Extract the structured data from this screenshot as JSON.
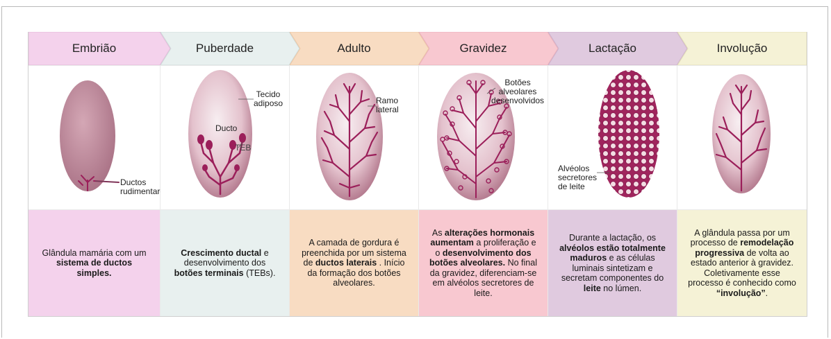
{
  "stages": [
    {
      "name": "Embrião",
      "color": "#f4d2ec",
      "desc": [
        [
          {
            "t": "Glândula mamária com um ",
            "b": false
          },
          {
            "t": "sistema de ductos simples.",
            "b": true
          }
        ]
      ]
    },
    {
      "name": "Puberdade",
      "color": "#e8f0ef",
      "desc": [
        [
          {
            "t": "Crescimento ductal",
            "b": true
          },
          {
            "t": " e desenvolvimento dos ",
            "b": false
          },
          {
            "t": "botões terminais",
            "b": true
          },
          {
            "t": " (TEBs).",
            "b": false
          }
        ]
      ]
    },
    {
      "name": "Adulto",
      "color": "#f8dcc2",
      "desc": [
        [
          {
            "t": "A camada de gordura é preenchida por um sistema de ",
            "b": false
          },
          {
            "t": "ductos laterais",
            "b": true
          },
          {
            "t": " . Início da formação dos botões alveolares.",
            "b": false
          }
        ]
      ]
    },
    {
      "name": "Gravidez",
      "color": "#f8c8d0",
      "desc": [
        [
          {
            "t": "As ",
            "b": false
          },
          {
            "t": "alterações hormonais aumentam",
            "b": true
          },
          {
            "t": " a proliferação e o ",
            "b": false
          },
          {
            "t": "desenvolvimento dos botões alveolares.",
            "b": true
          },
          {
            "t": " No final da gravidez, diferenciam-se em alvéolos secretores de leite.",
            "b": false
          }
        ]
      ]
    },
    {
      "name": "Lactação",
      "color": "#e0cadf",
      "desc": [
        [
          {
            "t": "Durante a lactação, os ",
            "b": false
          },
          {
            "t": "alvéolos estão totalmente maduros",
            "b": true
          },
          {
            "t": " e as células luminais sintetizam e secretam componentes do ",
            "b": false
          },
          {
            "t": "leite",
            "b": true
          },
          {
            "t": " no lúmen.",
            "b": false
          }
        ]
      ]
    },
    {
      "name": "Involução",
      "color": "#f5f2d6",
      "desc": [
        [
          {
            "t": "A glândula passa por um processo de ",
            "b": false
          },
          {
            "t": "remodelação progressiva",
            "b": true
          },
          {
            "t": " de volta ao estado anterior à gravidez. Coletivamente esse processo é conhecido como ",
            "b": false
          },
          {
            "t": "“involução”",
            "b": true
          },
          {
            "t": ".",
            "b": false
          }
        ]
      ]
    }
  ],
  "labels": {
    "rudimentary_ducts": [
      "Ductos",
      "rudimentares"
    ],
    "adipose_tissue": [
      "Tecido",
      "adiposo"
    ],
    "duct": [
      "Ducto"
    ],
    "teb": [
      "TEB"
    ],
    "lateral_branch": [
      "Ramo",
      "lateral"
    ],
    "alveolar_buds": [
      "Botões",
      "alveolares",
      "desenvolvidos"
    ],
    "secretory_alveoli": [
      "Alvéolos",
      "secretores",
      "de leite"
    ]
  },
  "colors": {
    "duct": "#9b1f5a",
    "gland_light": "#f3dde3",
    "gland_dark": "#a8687e",
    "border": "#cfcfcf"
  }
}
